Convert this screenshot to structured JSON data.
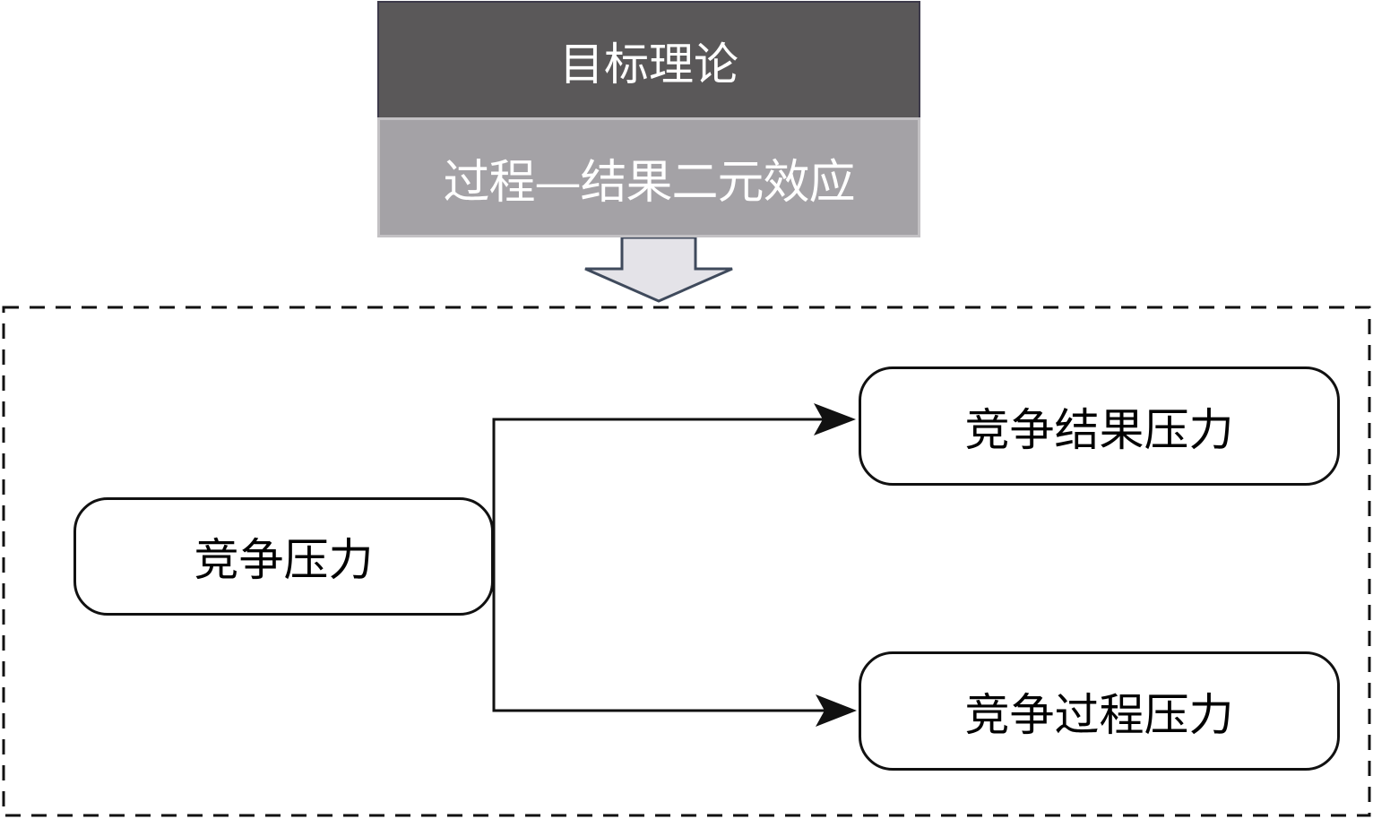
{
  "diagram": {
    "header": {
      "title": "目标理论",
      "subtitle": "过程—结果二元效应"
    },
    "nodes": {
      "root": "竞争压力",
      "result": "竞争结果压力",
      "process": "竞争过程压力"
    },
    "edges": [
      {
        "from": "root",
        "to": "result"
      },
      {
        "from": "root",
        "to": "process"
      }
    ],
    "colors": {
      "header_bg": "#5a5859",
      "subtitle_bg": "#a4a2a6",
      "arrow_fill": "#e4e3e8",
      "arrow_stroke": "#3f4a5c"
    }
  }
}
